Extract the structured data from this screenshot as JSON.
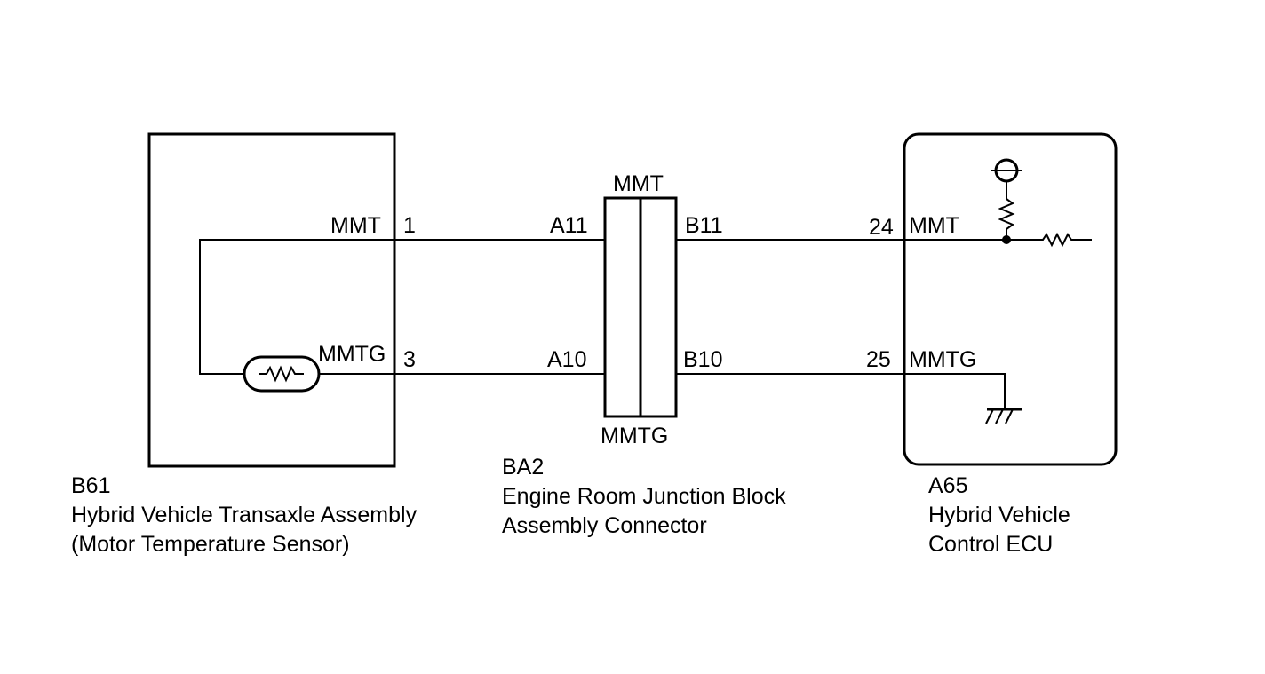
{
  "components": {
    "sensor": {
      "code": "B61",
      "name_line1": "Hybrid Vehicle Transaxle Assembly",
      "name_line2": "(Motor Temperature Sensor)",
      "pins": [
        {
          "signal": "MMT",
          "pin": "1"
        },
        {
          "signal": "MMTG",
          "pin": "3"
        }
      ]
    },
    "junction": {
      "code": "BA2",
      "name_line1": "Engine Room Junction Block",
      "name_line2": "Assembly Connector",
      "top_label": "MMT",
      "bottom_label": "MMTG",
      "left_pins": [
        "A11",
        "A10"
      ],
      "right_pins": [
        "B11",
        "B10"
      ]
    },
    "ecu": {
      "code": "A65",
      "name_line1": "Hybrid Vehicle",
      "name_line2": "Control ECU",
      "pins": [
        {
          "signal": "MMT",
          "pin": "24"
        },
        {
          "signal": "MMTG",
          "pin": "25"
        }
      ]
    }
  }
}
